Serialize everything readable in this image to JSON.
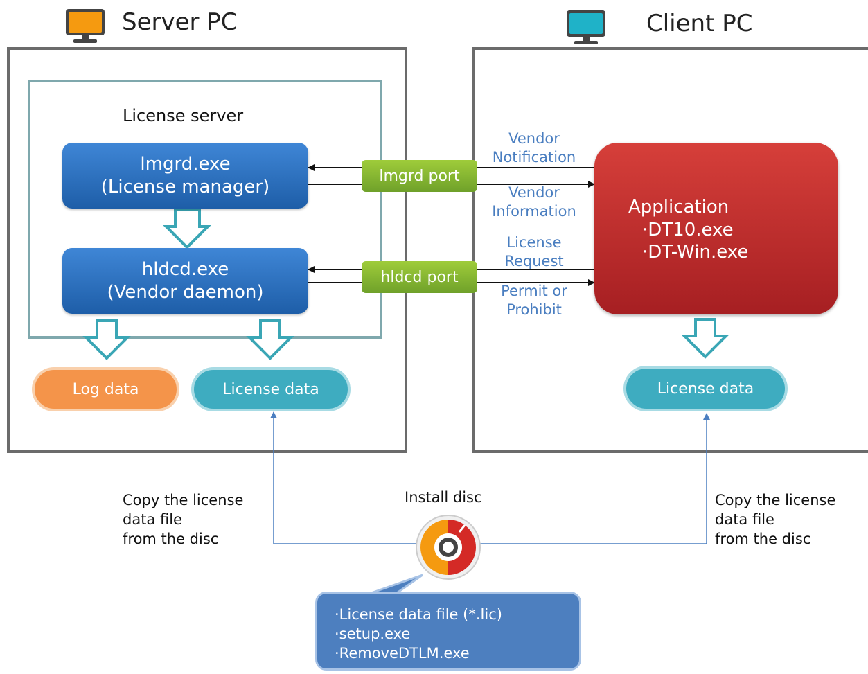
{
  "server_pc": {
    "title": "Server PC",
    "icon": "monitor-orange-icon",
    "icon_color": "#f59a10"
  },
  "client_pc": {
    "title": "Client PC",
    "icon": "monitor-cyan-icon",
    "icon_color": "#1fb2c8"
  },
  "license_server": {
    "label": "License server",
    "lmgrd": {
      "line1": "lmgrd.exe",
      "line2": "(License manager)"
    },
    "hldcd": {
      "line1": "hldcd.exe",
      "line2": "(Vendor daemon)"
    }
  },
  "ports": {
    "lmgrd": "lmgrd port",
    "hldcd": "hldcd port"
  },
  "flows": {
    "vendor_notification": [
      "Vendor",
      "Notification"
    ],
    "vendor_information": [
      "Vendor",
      "Information"
    ],
    "license_request": [
      "License",
      "Request"
    ],
    "permit_or_prohibit": [
      "Permit or",
      "Prohibit"
    ]
  },
  "application": {
    "title": "Application",
    "items": [
      "·DT10.exe",
      "·DT-Win.exe"
    ]
  },
  "data_stores": {
    "log_data": "Log data",
    "server_license_data": "License data",
    "client_license_data": "License data"
  },
  "install_disc": {
    "label": "Install disc",
    "icon": "disc-icon"
  },
  "copy_notes": {
    "left": [
      "Copy the license",
      "data file",
      "from the disc"
    ],
    "right": [
      "Copy the license",
      "data file",
      "from the disc"
    ]
  },
  "disc_contents": [
    "·License data file (*.lic)",
    "·setup.exe",
    "·RemoveDTLM.exe"
  ],
  "colors": {
    "process_blue": "#2f74c4",
    "port_green": "#86b832",
    "app_red": "#c0302e",
    "log_orange": "#f4944a",
    "license_teal": "#3eacc0",
    "callout_blue": "#4d7fbf",
    "flow_label": "#4a7ec0"
  }
}
